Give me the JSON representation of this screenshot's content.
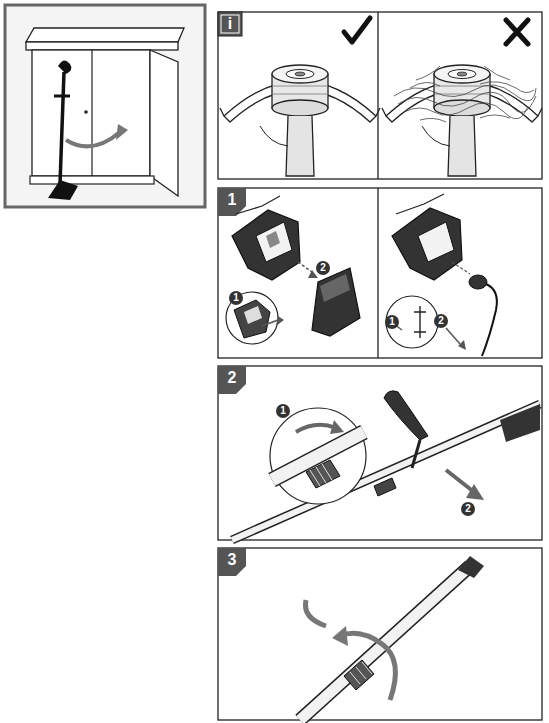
{
  "diagram": {
    "labels": [
      "i",
      "1",
      "1",
      "2",
      "1",
      "2",
      "2",
      "1",
      "2",
      "3"
    ]
  }
}
